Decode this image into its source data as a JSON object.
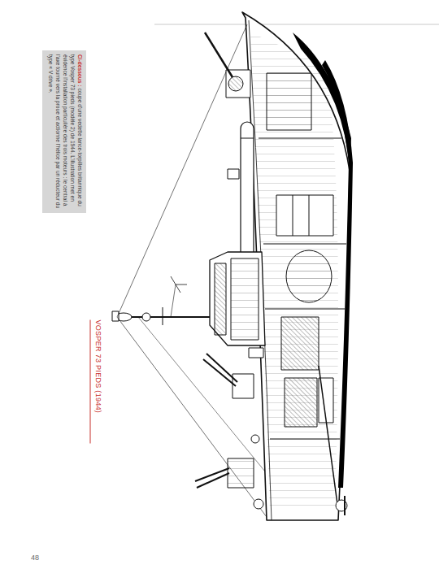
{
  "diagram": {
    "title": "VOSPER 73 PIEDS (1944)",
    "labels": [
      "Ci-dessous :",
      "coupe d'une vedette lance-torpilles britannique du type Vosper 73 pieds (modèle 2) de 1944. L'illustration met en évidence l'installation particulière des trois moteurs : le central à l'axe tourné vers la proue et actionne l'hélice par un réducteur du type « V drive ».",
      "48"
    ]
  }
}
